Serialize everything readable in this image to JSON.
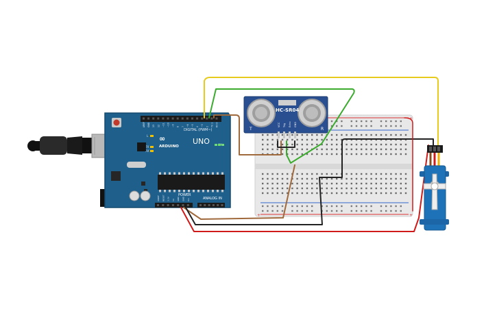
{
  "arduino": {
    "brand": "ARDUINO",
    "model": "UNO",
    "digital_label": "DIGITAL (PWM~)",
    "power_label": "POWER",
    "analog_label": "ANALOG IN",
    "led_tx": "TX",
    "led_rx": "RX",
    "led_l": "L",
    "on_label": "ON",
    "pin_labels_digital": [
      "AREF",
      "GND",
      "13",
      "12",
      "~11",
      "~10",
      "~9",
      "8",
      "7",
      "~6",
      "~5",
      "4",
      "~3",
      "2",
      "TX 1",
      "RX 0"
    ],
    "pin_labels_power": [
      "IOREF",
      "RESET",
      "3.3V",
      "5V",
      "GND",
      "GND",
      "Vin"
    ],
    "pin_labels_analog": [
      "A0",
      "A1",
      "A2",
      "A3",
      "A4",
      "A5"
    ]
  },
  "sensor": {
    "model": "HC-SR04",
    "left_mark": "T",
    "right_mark": "R",
    "pins": [
      "VCC",
      "Trig",
      "Echo",
      "GND"
    ]
  },
  "colors": {
    "board": "#1f5f8c",
    "board_dark": "#174a6e",
    "breadboard": "#e9e9e9",
    "wire_yellow": "#e6cb1c",
    "wire_green": "#3bab2e",
    "wire_brown": "#a0693c",
    "wire_black": "#222222",
    "wire_red": "#d01a1a",
    "servo": "#1d72b8"
  }
}
